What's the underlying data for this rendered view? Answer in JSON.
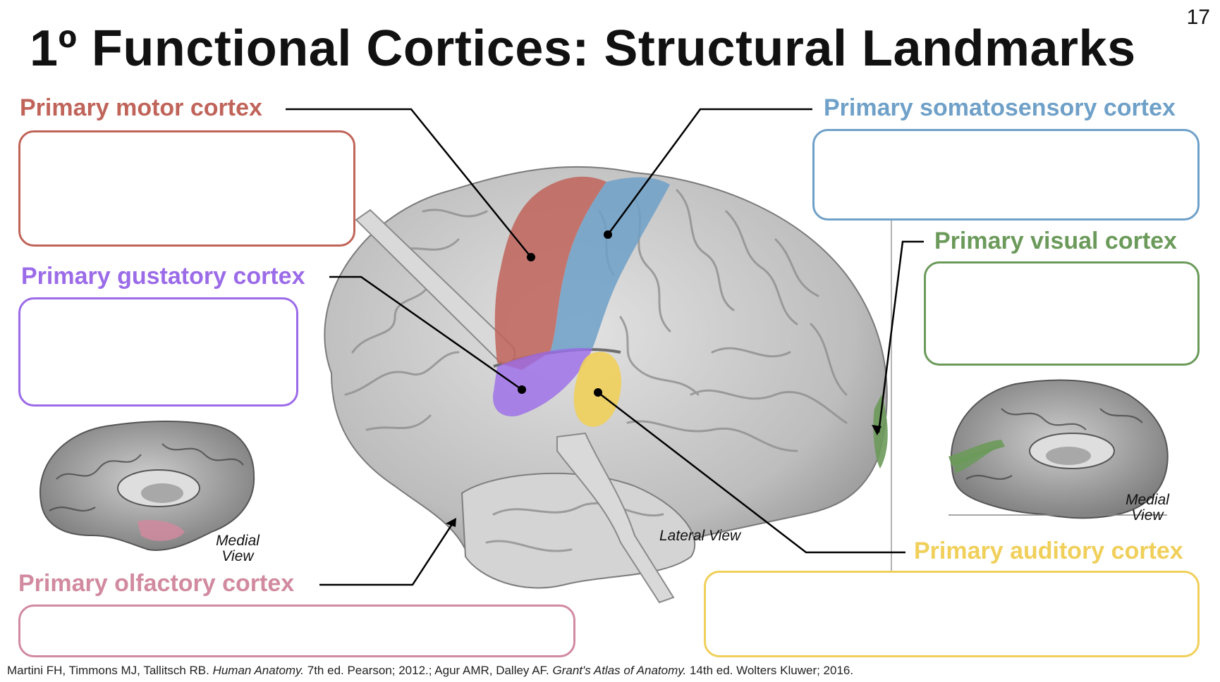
{
  "title": "1º Functional Cortices: Structural Landmarks",
  "page_number": "17",
  "labels": {
    "motor": "Primary motor cortex",
    "somatosensory": "Primary somatosensory cortex",
    "gustatory": "Primary gustatory cortex",
    "visual": "Primary visual cortex",
    "olfactory": "Primary olfactory cortex",
    "auditory": "Primary auditory cortex"
  },
  "view_labels": {
    "lateral": "Lateral View",
    "medial_left_1": "Medial",
    "medial_left_2": "View",
    "medial_right_1": "Medial",
    "medial_right_2": "View"
  },
  "citation": {
    "part1": "Martini FH, Timmons MJ, Tallitsch RB. ",
    "book1": "Human Anatomy.",
    "part2": " 7th ed. Pearson; 2012.; Agur AMR, Dalley AF. ",
    "book2": "Grant's Atlas of Anatomy.",
    "part3": " 14th ed. Wolters Kluwer; 2016."
  },
  "colors": {
    "motor": "#c0645a",
    "somatosensory": "#6fa0c8",
    "gustatory": "#9b6be8",
    "visual": "#6b9a5a",
    "olfactory": "#d18aa0",
    "auditory": "#f0cf5a",
    "brain": "#c9c9c9"
  },
  "icons": [
    "brain-lateral-illustration",
    "brain-medial-illustration"
  ]
}
